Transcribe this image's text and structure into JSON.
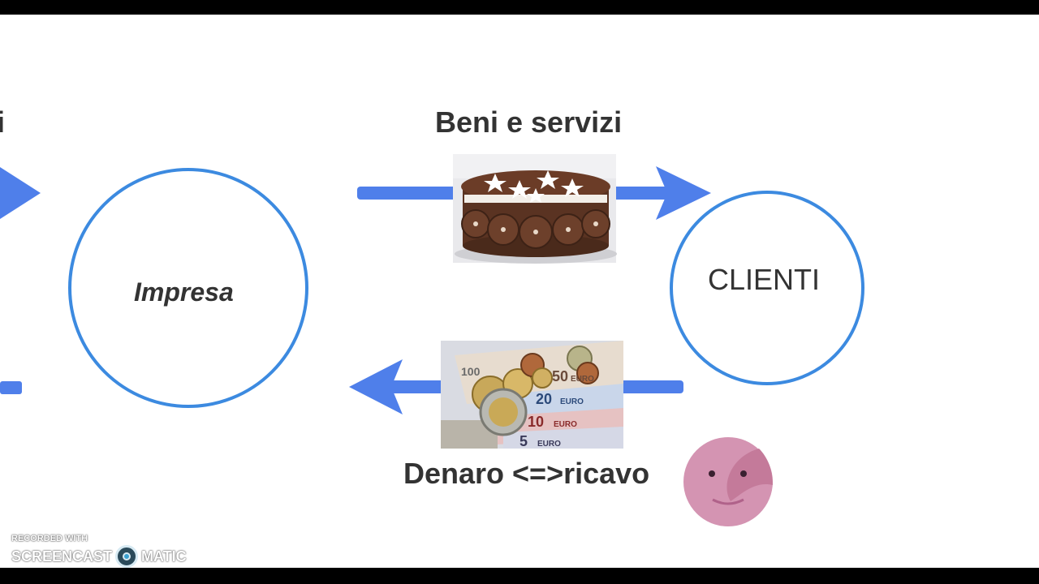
{
  "diagram": {
    "left_partial_label": "i",
    "top_label": "Beni e servizi",
    "bottom_label": "Denaro <=>ricavo",
    "left_node": "Impresa",
    "right_node": "CLIENTI"
  },
  "watermark": {
    "line1": "RECORDED WITH",
    "word_left": "SCREENCAST",
    "word_right": "MATIC"
  },
  "colors": {
    "arrow": "#4f7fea",
    "circle_stroke": "#3c8ae0",
    "face": "#d88fae"
  },
  "icons": {
    "goods_image": "cake-image",
    "money_image": "euro-money-image",
    "face": "smiling-face-icon"
  }
}
